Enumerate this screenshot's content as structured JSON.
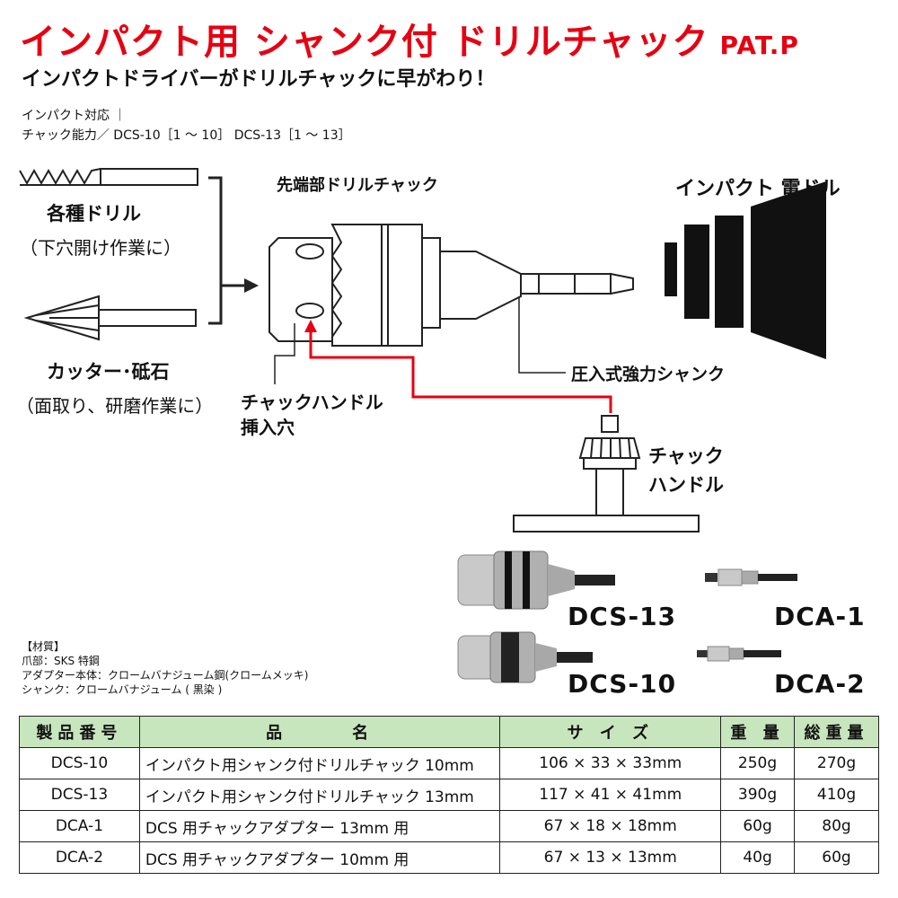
{
  "header": {
    "title": "インパクト用 シャンク付 ドリルチャック",
    "pat": "PAT.P",
    "subtitle": "インパクトドライバーがドリルチャックに早がわり！"
  },
  "specs": {
    "line1": "インパクト対応 ｜",
    "line2": "チャック能力／ DCS-10［1 〜 10］ DCS-13［1 〜 13］"
  },
  "diagram": {
    "drill_label": "各種ドリル",
    "drill_sub": "（下穴開け作業に）",
    "cutter_label": "カッター･砥石",
    "cutter_sub": "（面取り、研磨作業に）",
    "chuck_label": "先端部ドリルチャック",
    "impact_label": "インパクト 電ドル",
    "shank_label": "圧入式強力シャンク",
    "handle_hole_label_1": "チャックハンドル",
    "handle_hole_label_2": "挿入穴",
    "chuck_handle_label_1": "チャック",
    "chuck_handle_label_2": "ハンドル"
  },
  "products": {
    "dcs13": "DCS-13",
    "dca1": "DCA-1",
    "dcs10": "DCS-10",
    "dca2": "DCA-2"
  },
  "materials": {
    "heading": "【材質】",
    "line1": "爪部：SKS 特鋼",
    "line2": "アダプター本体：クロームバナジューム鋼(クロームメッキ)",
    "line3": "シャンク：クロームバナジューム ( 黒染 )"
  },
  "table": {
    "headers": [
      "製品番号",
      "品　　　名",
      "サ イ ズ",
      "重 量",
      "総重量"
    ],
    "rows": [
      [
        "DCS-10",
        "インパクト用シャンク付ドリルチャック 10mm",
        "106 × 33 × 33mm",
        "250g",
        "270g"
      ],
      [
        "DCS-13",
        "インパクト用シャンク付ドリルチャック 13mm",
        "117 × 41 × 41mm",
        "390g",
        "410g"
      ],
      [
        "DCA-1",
        "DCS 用チャックアダプター 13mm 用",
        "67 × 18 × 18mm",
        "60g",
        "80g"
      ],
      [
        "DCA-2",
        "DCS 用チャックアダプター 10mm 用",
        "67 × 13 × 13mm",
        "40g",
        "60g"
      ]
    ]
  },
  "colors": {
    "accent_red": "#e60012",
    "table_header_green": "#c8e6bd"
  }
}
